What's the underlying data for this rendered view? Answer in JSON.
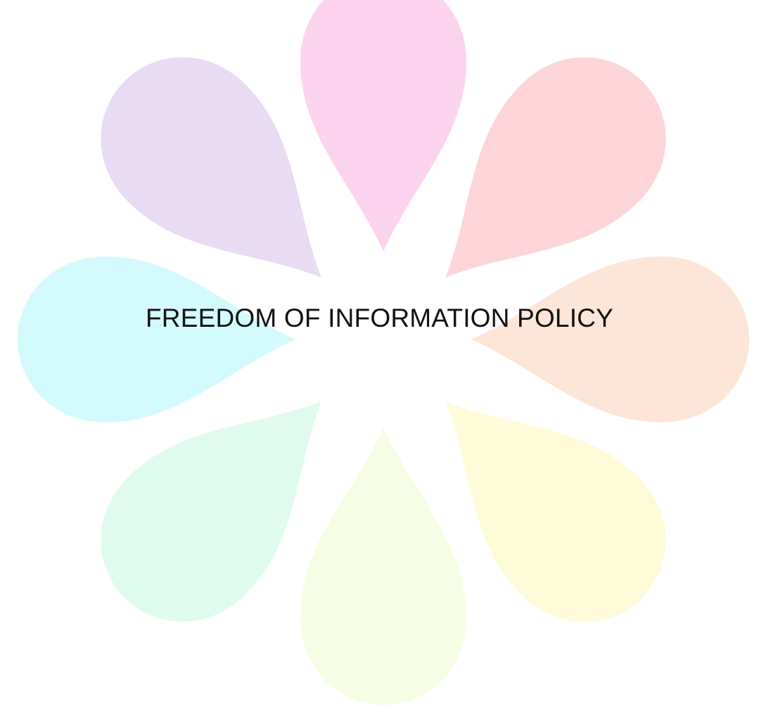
{
  "document": {
    "title": "FREEDOM OF INFORMATION POLICY"
  },
  "petals": [
    {
      "name": "petal-top",
      "color": "#fcd3ef",
      "angle": 0
    },
    {
      "name": "petal-top-right",
      "color": "#fdd5d8",
      "angle": 45
    },
    {
      "name": "petal-right",
      "color": "#fde5d8",
      "angle": 90
    },
    {
      "name": "petal-bottom-right",
      "color": "#fefbd8",
      "angle": 135
    },
    {
      "name": "petal-bottom",
      "color": "#f6fde5",
      "angle": 180
    },
    {
      "name": "petal-bottom-left",
      "color": "#dffcee",
      "angle": 225
    },
    {
      "name": "petal-left",
      "color": "#d3fbfd",
      "angle": 270
    },
    {
      "name": "petal-top-left",
      "color": "#e8dbf3",
      "angle": 315
    }
  ]
}
